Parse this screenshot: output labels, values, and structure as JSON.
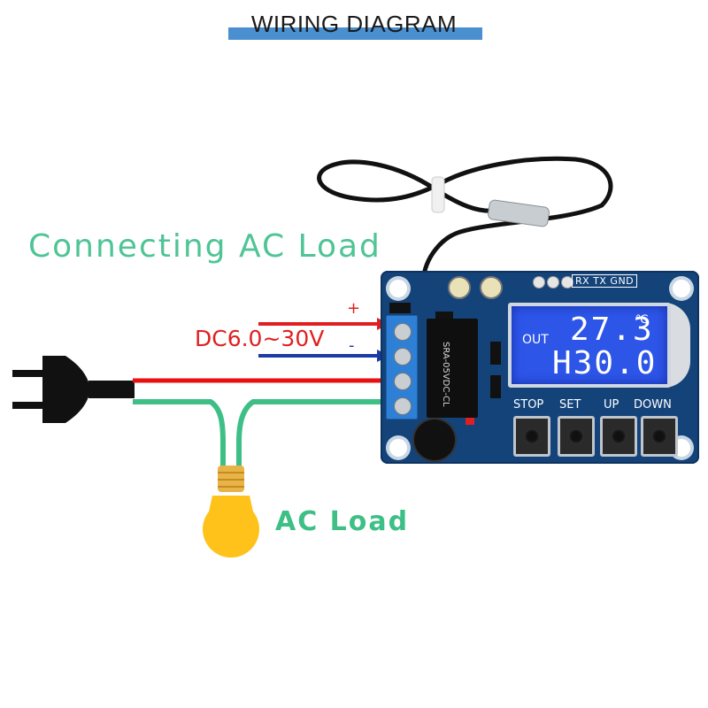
{
  "title": "WIRING DIAGRAM",
  "heading": "Connecting AC Load",
  "supply": {
    "label": "DC6.0~30V",
    "positive": "+",
    "negative": "-"
  },
  "load_label": "AC Load",
  "board": {
    "pin_labels": "RX TX GND",
    "lcd": {
      "mode": "OUT",
      "temperature": "27.3",
      "unit": "℃",
      "threshold": "H30.0"
    },
    "relay_text": "SRA-05VDC-CL",
    "buttons": [
      "STOP",
      "SET",
      "UP",
      "DOWN"
    ]
  },
  "colors": {
    "heading": "#4fc495",
    "supply_positive": "#e02020",
    "supply_negative": "#1a3aa8",
    "load_wire": "#3dbf86",
    "title_bar": "#4a8fd0",
    "board": "#14437a",
    "lcd": "#2d55e8"
  }
}
